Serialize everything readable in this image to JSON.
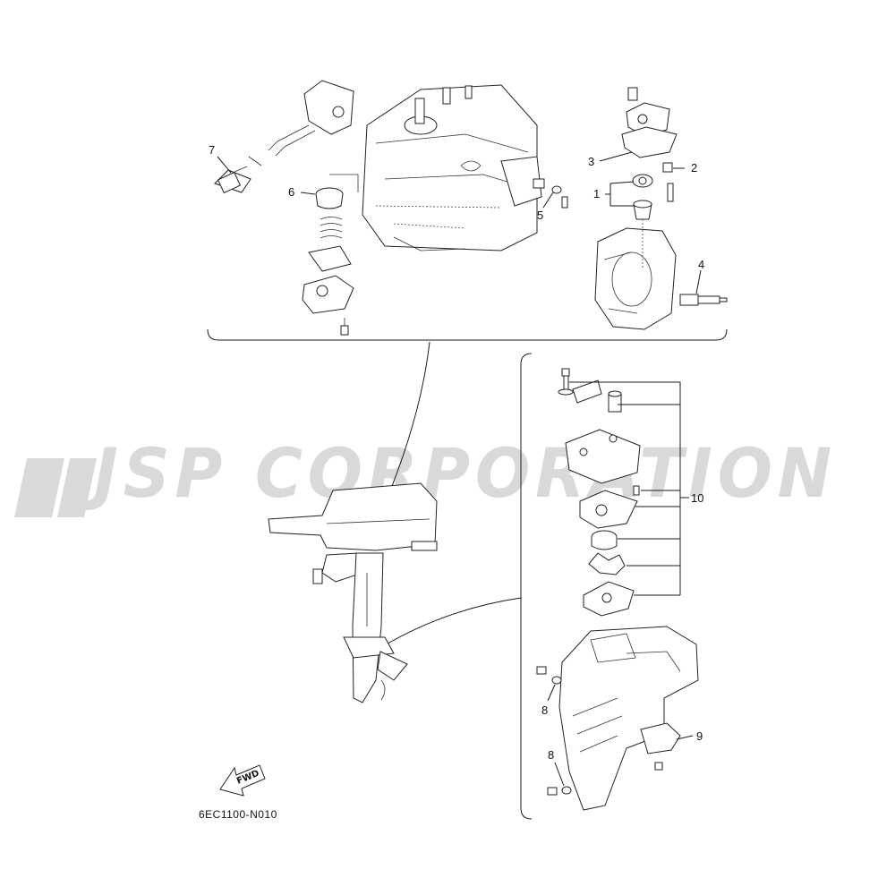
{
  "watermark": {
    "text": "JSP CORPORATION"
  },
  "fwd_label": "FWD",
  "drawing_code": "6EC1100-N010",
  "callouts": {
    "c1": "1",
    "c2": "2",
    "c3": "3",
    "c4": "4",
    "c5": "5",
    "c6": "6",
    "c7": "7",
    "c8a": "8",
    "c8b": "8",
    "c9": "9",
    "c10": "10"
  },
  "colors": {
    "line": "#1a1a1a",
    "watermark": "#d9d9d9",
    "background": "#ffffff"
  }
}
